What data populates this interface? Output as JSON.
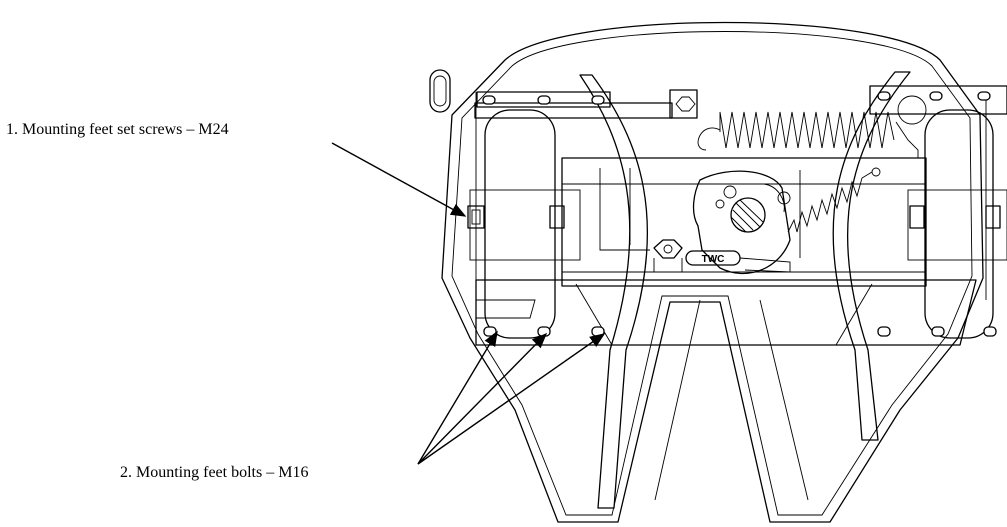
{
  "callouts": {
    "set_screws": "1. Mounting feet set screws – M24",
    "bolts": "2. Mounting feet bolts – M16"
  },
  "drawing": {
    "brand_badge": "TWC"
  }
}
